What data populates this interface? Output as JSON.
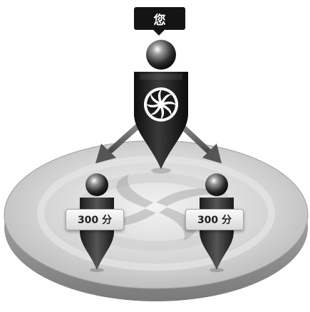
{
  "you_label": "您",
  "referrals": [
    {
      "points_label": "300 分"
    },
    {
      "points_label": "300 分"
    }
  ],
  "colors": {
    "tag_background": "#141414",
    "tag_text": "#ffffff",
    "disc": "#d4d4d4",
    "figure": "#1a1a1a"
  },
  "icons": [
    "pinwheel-logo-icon",
    "arrow-icon"
  ]
}
